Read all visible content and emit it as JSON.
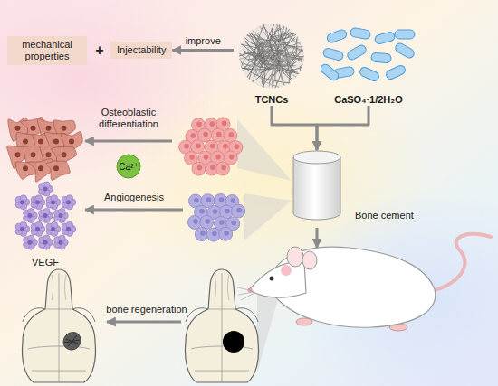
{
  "diagram": {
    "nodes": [
      {
        "text": [
          "mechanical properties"
        ]
      },
      {
        "text": [
          "Injectability"
        ]
      },
      {
        "text": [
          "TCNCs"
        ]
      },
      {
        "text": [
          "CaSO₄·1/2H₂O"
        ]
      },
      {
        "text": [
          "Bone cement"
        ]
      },
      {
        "text": [
          "Ca²⁺"
        ]
      }
    ],
    "edges": [
      {
        "from": 2,
        "to": 1,
        "arrow": "to",
        "label": "improve"
      },
      {
        "from": 2,
        "to": 4,
        "arrow": "to"
      },
      {
        "from": 3,
        "to": 4,
        "arrow": "to"
      }
    ],
    "labels": [
      "+",
      "Osteoblastic differentiation",
      "Angiogenesis",
      "VEGF",
      "bone regeneration"
    ]
  }
}
